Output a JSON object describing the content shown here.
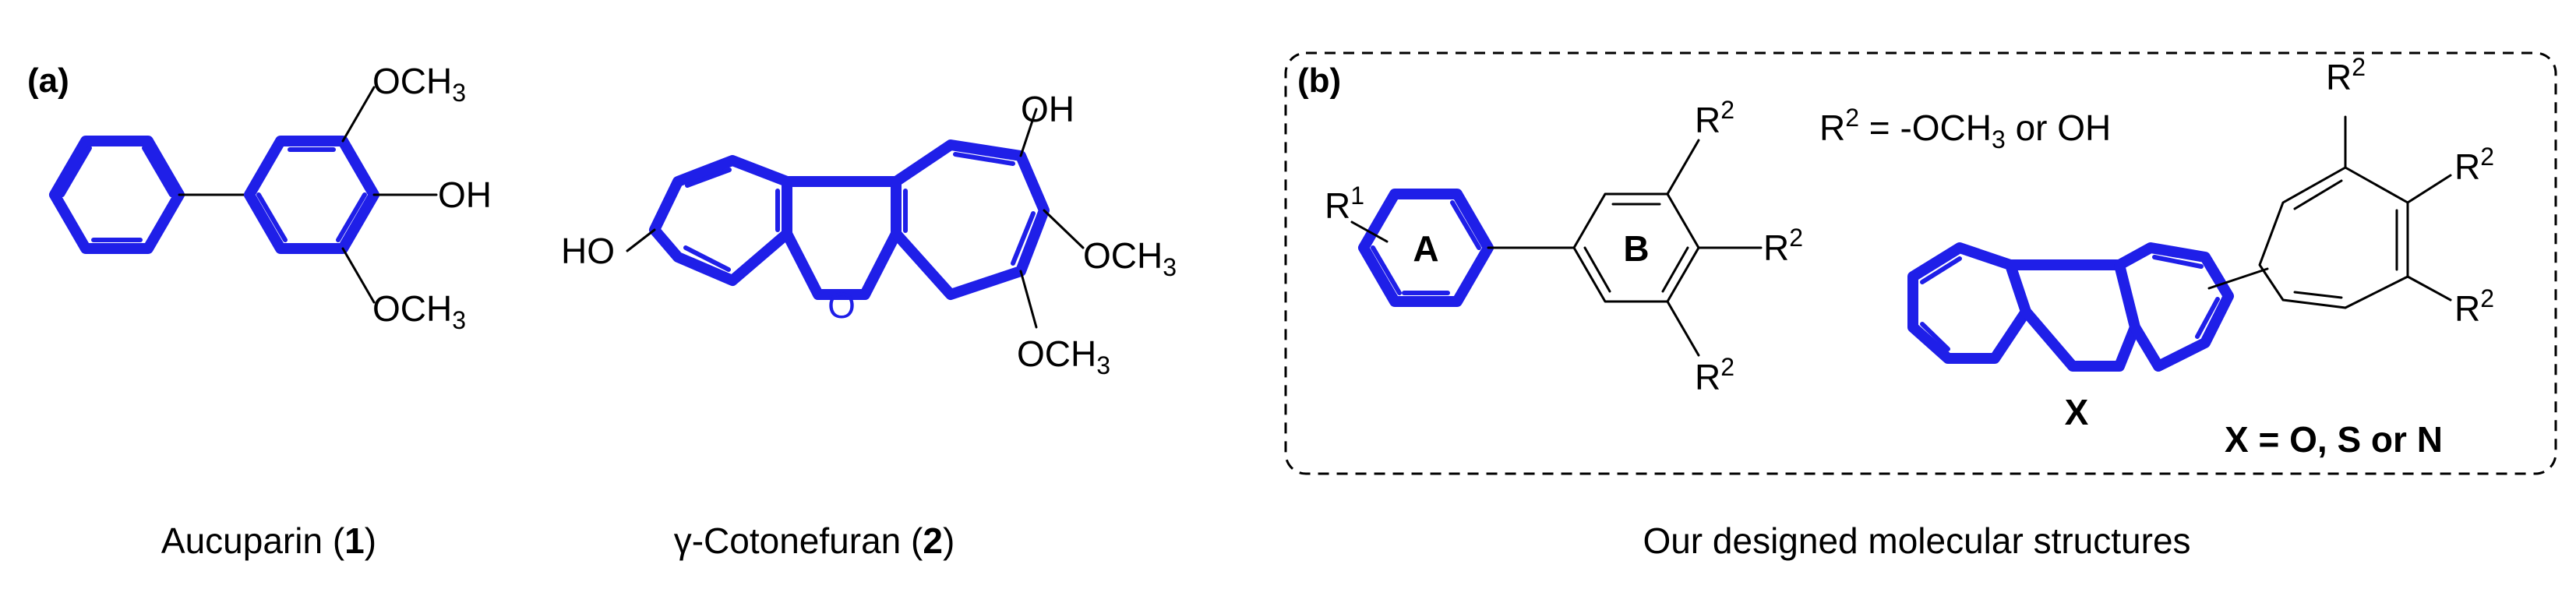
{
  "panel_a": {
    "label": "(a)",
    "compound1": {
      "substituents": {
        "top": "OCH",
        "top_sub": "3",
        "middle": "OH",
        "bottom": "OCH",
        "bottom_sub": "3"
      },
      "caption": {
        "name": "Aucuparin (",
        "number": "1",
        "close": ")"
      }
    },
    "compound2": {
      "substituents": {
        "left": "HO",
        "top_right": "OH",
        "right": "OCH",
        "right_sub": "3",
        "bottom": "OCH",
        "bottom_sub": "3",
        "ring_o": "O"
      },
      "caption": {
        "name": "γ-Cotonefuran (",
        "number": "2",
        "close": ")"
      }
    }
  },
  "panel_b": {
    "label": "(b)",
    "definition": {
      "r": "R",
      "r_sup": "2",
      "text1": " = -OCH",
      "text1_sub": "3",
      "text2": " or OH"
    },
    "biphenyl": {
      "r1": "R",
      "r1_sup": "1",
      "ring_a": "A",
      "ring_b": "B",
      "r2": "R",
      "r2_sup": "2"
    },
    "tricyclic": {
      "x_atom": "X",
      "x_def": "X = O, S or N",
      "r2": "R",
      "r2_sup": "2"
    },
    "caption": "Our designed molecular structures"
  },
  "colors": {
    "highlight": "#1f1fe8",
    "bond": "#000000",
    "dashed_border": "#000000"
  }
}
